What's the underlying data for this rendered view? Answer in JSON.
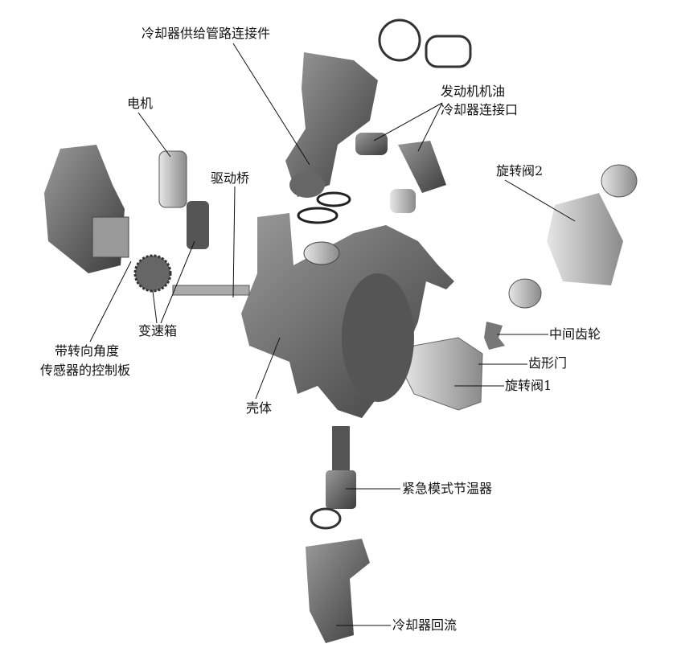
{
  "labels": {
    "cooler_supply": "冷却器供给管路连接件",
    "motor": "电机",
    "oil_cooler_1": "发动机机油",
    "oil_cooler_2": "冷却器连接口",
    "drive_axle": "驱动桥",
    "rotary_valve_2": "旋转阀2",
    "intermediate_gear": "中间齿轮",
    "toothed_door": "齿形门",
    "rotary_valve_1": "旋转阀1",
    "gearbox": "变速箱",
    "control_board_1": "带转向角度",
    "control_board_2": "传感器的控制板",
    "housing": "壳体",
    "emergency_thermostat": "紧急模式节温器",
    "cooler_return": "冷却器回流"
  },
  "colors": {
    "part_dark": "#4a4a4a",
    "part_mid": "#7a7a7a",
    "part_light": "#c8c8c8",
    "line": "#111111"
  }
}
